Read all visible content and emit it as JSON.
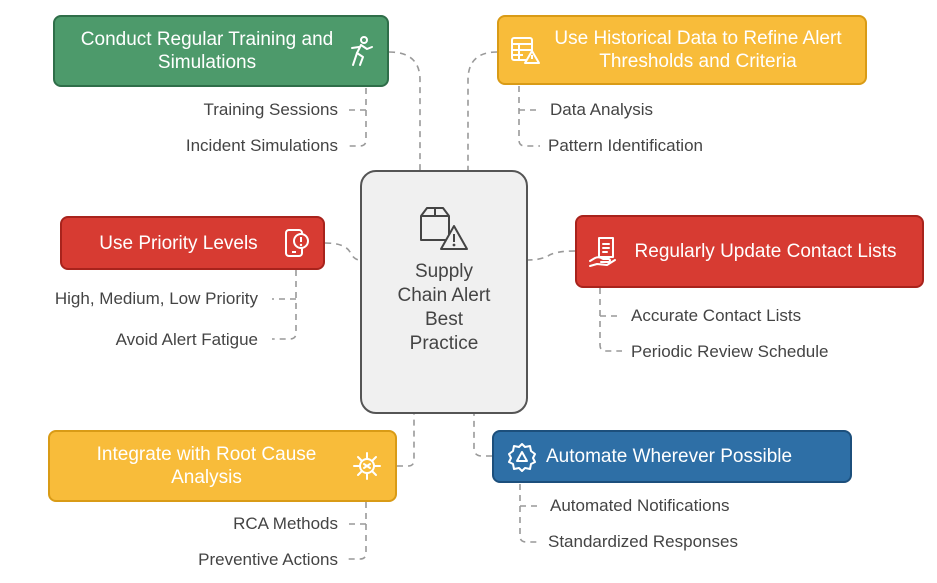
{
  "center": {
    "title": "Supply Chain Alert Best Practice",
    "icon": "box-alert-icon"
  },
  "nodes": [
    {
      "id": "training",
      "label": "Conduct Regular Training and Simulations",
      "color": "#4d9a6b",
      "icon": "person-running-icon",
      "items": [
        "Training Sessions",
        "Incident Simulations"
      ]
    },
    {
      "id": "historical",
      "label": "Use Historical Data to Refine Alert Thresholds and Criteria",
      "color": "#f8bc3a",
      "icon": "table-alert-icon",
      "items": [
        "Data Analysis",
        "Pattern Identification"
      ]
    },
    {
      "id": "priority",
      "label": "Use Priority Levels",
      "color": "#d73b32",
      "icon": "phone-alert-icon",
      "items": [
        "High, Medium, Low Priority",
        "Avoid Alert Fatigue"
      ]
    },
    {
      "id": "contacts",
      "label": "Regularly Update Contact Lists",
      "color": "#d73b32",
      "icon": "hand-document-icon",
      "items": [
        "Accurate Contact Lists",
        "Periodic Review Schedule"
      ]
    },
    {
      "id": "rca",
      "label": "Integrate with Root Cause Analysis",
      "color": "#f8bc3a",
      "icon": "virus-icon",
      "items": [
        "RCA Methods",
        "Preventive Actions"
      ]
    },
    {
      "id": "automate",
      "label": "Automate Wherever Possible",
      "color": "#2e6fa6",
      "icon": "gear-alert-icon",
      "items": [
        "Automated Notifications",
        "Standardized Responses"
      ]
    }
  ]
}
